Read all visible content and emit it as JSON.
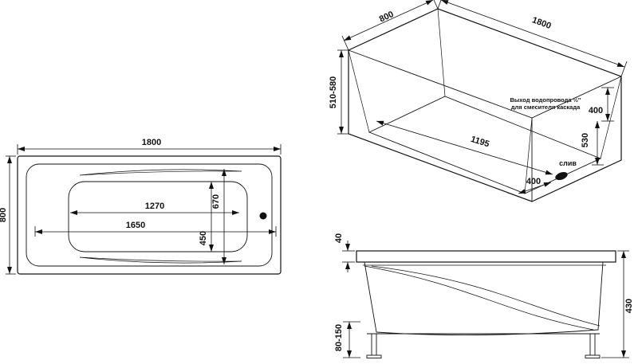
{
  "drawing": {
    "top_view": {
      "length": "1800",
      "width": "800",
      "floor_length": "1270",
      "rim_length": "1650",
      "floor_width": "450",
      "rim_width": "670"
    },
    "iso_view": {
      "width": "800",
      "length": "1800",
      "height_range": "510-580",
      "upper_offset": "400",
      "depth": "530",
      "floor_diagonal": "1195",
      "drain_offset": "400",
      "drain_label": "слив",
      "note_line1": "Выход водопровода ½″",
      "note_line2": "для смесителя каскада"
    },
    "side_view": {
      "rim_height": "40",
      "total_height": "430",
      "feet_range": "80-150"
    }
  },
  "colors": {
    "line": "#111111",
    "background": "#ffffff"
  }
}
